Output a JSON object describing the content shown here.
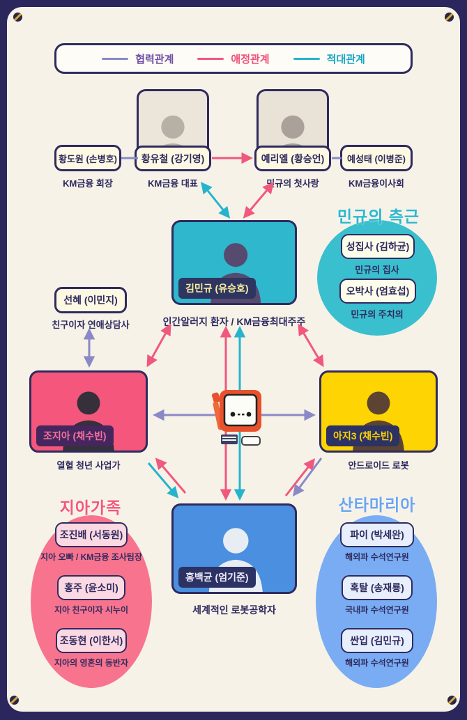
{
  "palette": {
    "frame": "#2b265c",
    "panel": "#f6f2e8",
    "navy": "#2f2a5e",
    "cooperation": "#8a89c6",
    "love": "#f0587e",
    "hostility": "#25b4cc"
  },
  "legend": {
    "items": [
      {
        "label": "협력관계"
      },
      {
        "label": "애정관계"
      },
      {
        "label": "적대관계"
      }
    ]
  },
  "characters": {
    "hwang_dowon": {
      "name": "황도원 (손병호)",
      "caption": "KM금융 회장"
    },
    "hwang_yucheol": {
      "name": "황유철 (강기영)",
      "caption": "KM금융 대표"
    },
    "ye_riel": {
      "name": "예리엘 (황승언)",
      "caption": "민규의 첫사랑"
    },
    "ye_seongtae": {
      "name": "예성태 (이병준)",
      "caption": "KM금융이사회"
    },
    "kim_mingyu": {
      "name": "김민규 (유승호)",
      "caption": "인간알러지 환자 / KM금융최대주주"
    },
    "seonhye": {
      "name": "선혜 (이민지)",
      "caption": "친구이자 연애상담사"
    },
    "jo_jia": {
      "name": "조지아 (채수빈)",
      "caption": "열혈 청년 사업가"
    },
    "aji3": {
      "name": "아지3 (채수빈)",
      "caption": "안드로이드 로봇"
    },
    "hong_baekgyun": {
      "name": "홍백균 (엄기준)",
      "caption": "세계적인 로봇공학자"
    }
  },
  "groups": {
    "mingyu_aides": {
      "title": "민규의 측근",
      "members": [
        {
          "name": "성집사 (김하균)",
          "caption": "민규의 집사"
        },
        {
          "name": "오박사 (엄효섭)",
          "caption": "민규의 주치의"
        }
      ]
    },
    "jia_family": {
      "title": "지아가족",
      "members": [
        {
          "name": "조진배 (서동원)",
          "caption": "지아 오빠 / KM금융 조사팀장"
        },
        {
          "name": "홍주 (윤소미)",
          "caption": "지아 친구이자 시누이"
        },
        {
          "name": "조동현 (이한서)",
          "caption": "지아의 영혼의 동반자"
        }
      ]
    },
    "santa_maria": {
      "title": "산타마리아",
      "members": [
        {
          "name": "파이 (박세완)",
          "caption": "해외파 수석연구원"
        },
        {
          "name": "혹탈 (송재룡)",
          "caption": "국내파 수석연구원"
        },
        {
          "name": "싼입 (김민규)",
          "caption": "해외파 수석연구원"
        }
      ]
    }
  }
}
